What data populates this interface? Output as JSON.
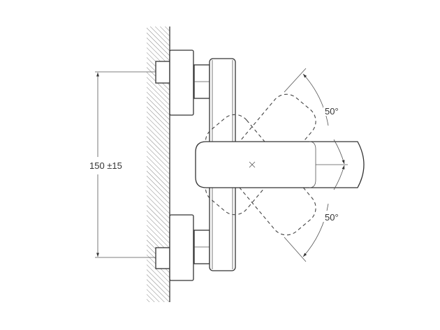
{
  "drawing": {
    "spacing_dimension": "150 ±15",
    "angle_up": "50°",
    "angle_down": "50°"
  },
  "colors": {
    "line": "#333333",
    "hatch": "#777777",
    "background": "#ffffff"
  }
}
